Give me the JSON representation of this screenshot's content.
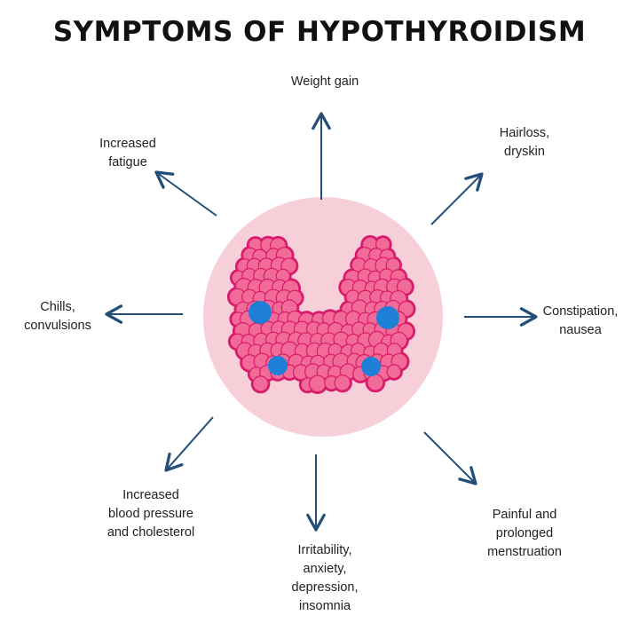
{
  "title": "SYMPTOMS OF HYPOTHYROIDISM",
  "colors": {
    "circle_fill": "#f7cfd9",
    "thyroid_outline": "#d81b6a",
    "lobule_fill": "#f26b98",
    "nodule_blue": "#1e7fd6",
    "arrow": "#234e78"
  },
  "center_image": {
    "icon": "thyroid-gland-illustration"
  },
  "symptoms": [
    {
      "id": "weight",
      "text": "Weight gain"
    },
    {
      "id": "hair",
      "text": "Hairloss,\ndryskin"
    },
    {
      "id": "constipation",
      "text": "Constipation,\nnausea"
    },
    {
      "id": "menstruation",
      "text": "Painful and\nprolonged\nmenstruation"
    },
    {
      "id": "irritability",
      "text": "Irritability,\nanxiety,\ndepression,\ninsomnia"
    },
    {
      "id": "blood",
      "text": "Increased\nblood pressure\nand cholesterol"
    },
    {
      "id": "chills",
      "text": "Chills,\nconvulsions"
    },
    {
      "id": "fatigue",
      "text": "Increased\nfatigue"
    }
  ]
}
